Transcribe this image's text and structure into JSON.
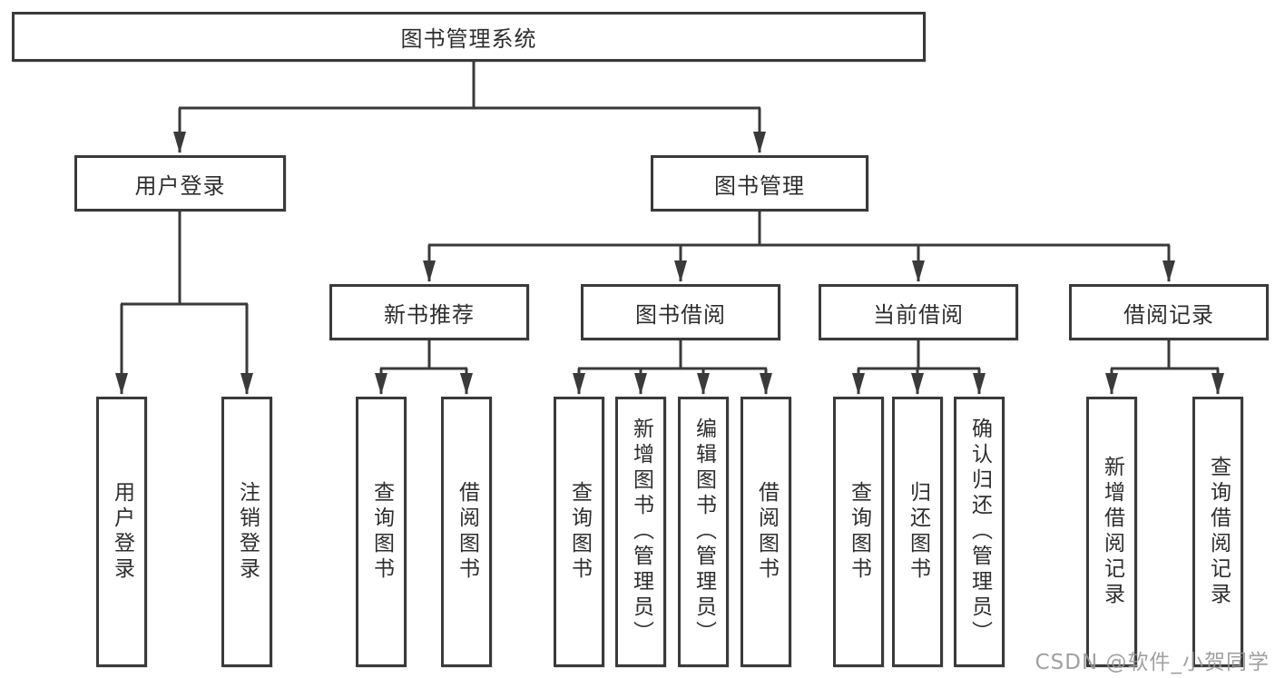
{
  "diagram_title": "图书管理系统",
  "tree": {
    "label": "图书管理系统",
    "children": [
      {
        "label": "用户登录",
        "children": [
          {
            "label": "用户登录"
          },
          {
            "label": "注销登录"
          }
        ]
      },
      {
        "label": "图书管理",
        "children": [
          {
            "label": "新书推荐",
            "children": [
              {
                "label": "查询图书"
              },
              {
                "label": "借阅图书"
              }
            ]
          },
          {
            "label": "图书借阅",
            "children": [
              {
                "label": "查询图书"
              },
              {
                "label": "新增图书（管理员）"
              },
              {
                "label": "编辑图书（管理员）"
              },
              {
                "label": "借阅图书"
              }
            ]
          },
          {
            "label": "当前借阅",
            "children": [
              {
                "label": "查询图书"
              },
              {
                "label": "归还图书"
              },
              {
                "label": "确认归还（管理员）"
              }
            ]
          },
          {
            "label": "借阅记录",
            "children": [
              {
                "label": "新增借阅记录"
              },
              {
                "label": "查询借阅记录"
              }
            ]
          }
        ]
      }
    ]
  },
  "watermark": "CSDN @软件_小贺同学",
  "colors": {
    "line": "#3a3a3a",
    "box_border": "#3a3a3a",
    "text": "#2e2e2e",
    "background": "#ffffff",
    "watermark": "#969696"
  }
}
